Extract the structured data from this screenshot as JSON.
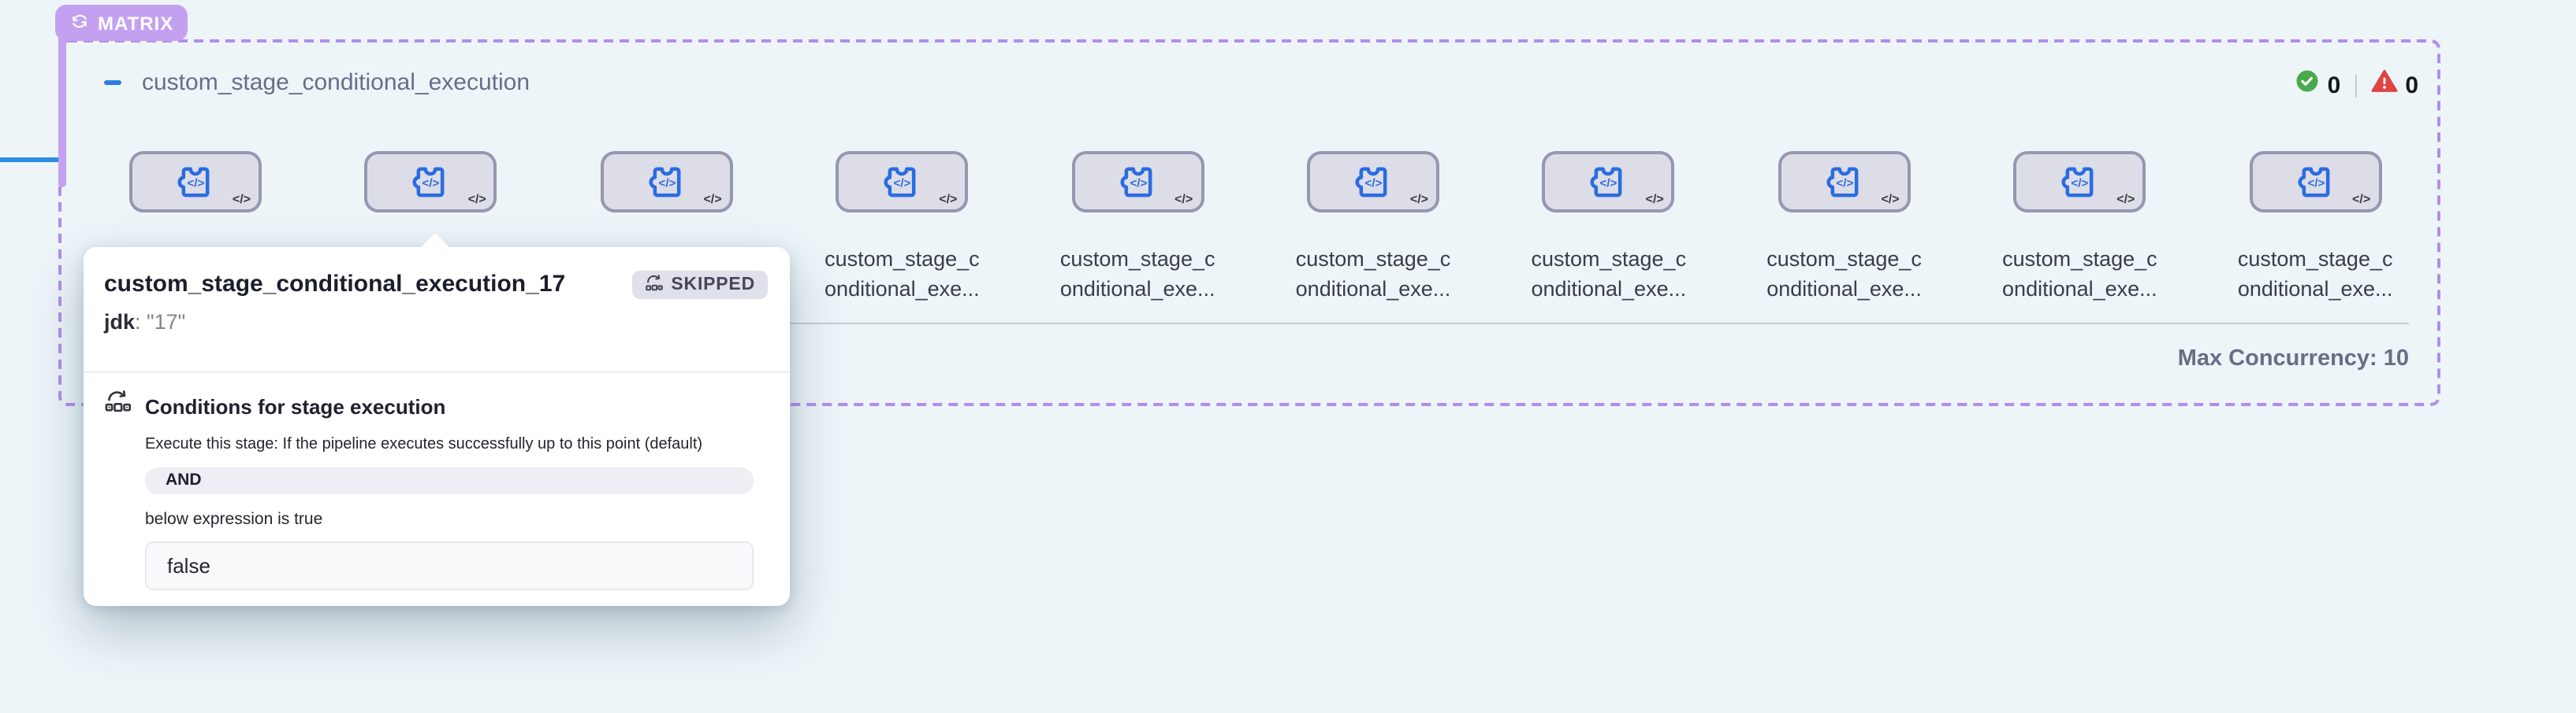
{
  "matrix": {
    "badge_label": "MATRIX",
    "stage_name": "custom_stage_conditional_execution",
    "success_count": "0",
    "error_count": "0",
    "stage_count": 10,
    "card_label_line1": "custom_stage_c",
    "card_label_line2": "onditional_exe...",
    "max_concurrency_label": "Max Concurrency:",
    "max_concurrency_value": "10"
  },
  "tooltip": {
    "title": "custom_stage_conditional_execution_17",
    "status": "SKIPPED",
    "param_key": "jdk",
    "param_rest": ": \"17\"",
    "conditions_heading": "Conditions for stage execution",
    "conditions_description": "Execute this stage: If the pipeline executes successfully up to this point (default)",
    "operator": "AND",
    "condition_text": "below expression is true",
    "expression_value": "false"
  },
  "icons": {
    "code_glyph": "</>"
  },
  "colors": {
    "matrix_purple": "#c3a1f0",
    "dashed_border": "#b18ee9",
    "stage_blue": "#2b6ce0",
    "connector_blue": "#2f8de4",
    "success_green": "#4aa94c",
    "error_red": "#e14444",
    "card_bg": "#dcdde7",
    "card_border": "#9697b0",
    "background": "#edf5f9"
  }
}
